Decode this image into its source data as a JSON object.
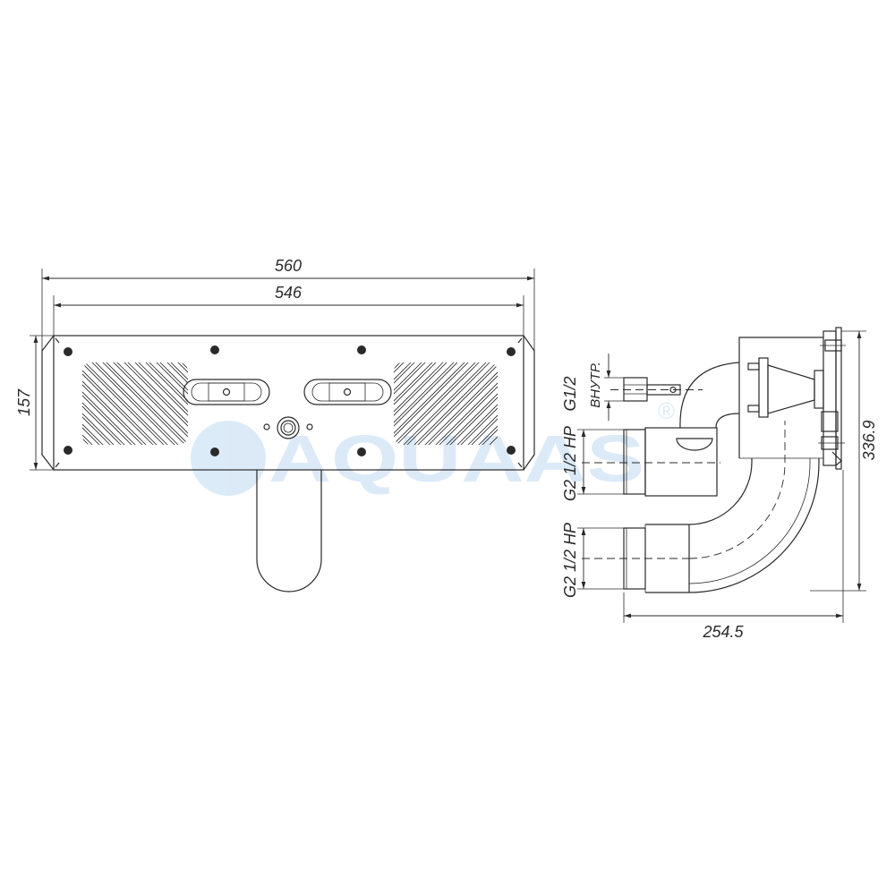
{
  "drawing": {
    "front_view": {
      "overall_width": "560",
      "inner_width": "546",
      "height": "157"
    },
    "side_view": {
      "height": "336.9",
      "depth": "254.5",
      "thread_top": "G1/2",
      "thread_top_note": "ВНУТР.",
      "thread_upper": "G2 1/2 HP",
      "thread_lower": "G2 1/2 HP"
    },
    "watermark": {
      "text": "AQUAAS",
      "mark": "®"
    }
  },
  "colors": {
    "line": "#2a2a2a",
    "watermark": "#d6e7f7"
  }
}
